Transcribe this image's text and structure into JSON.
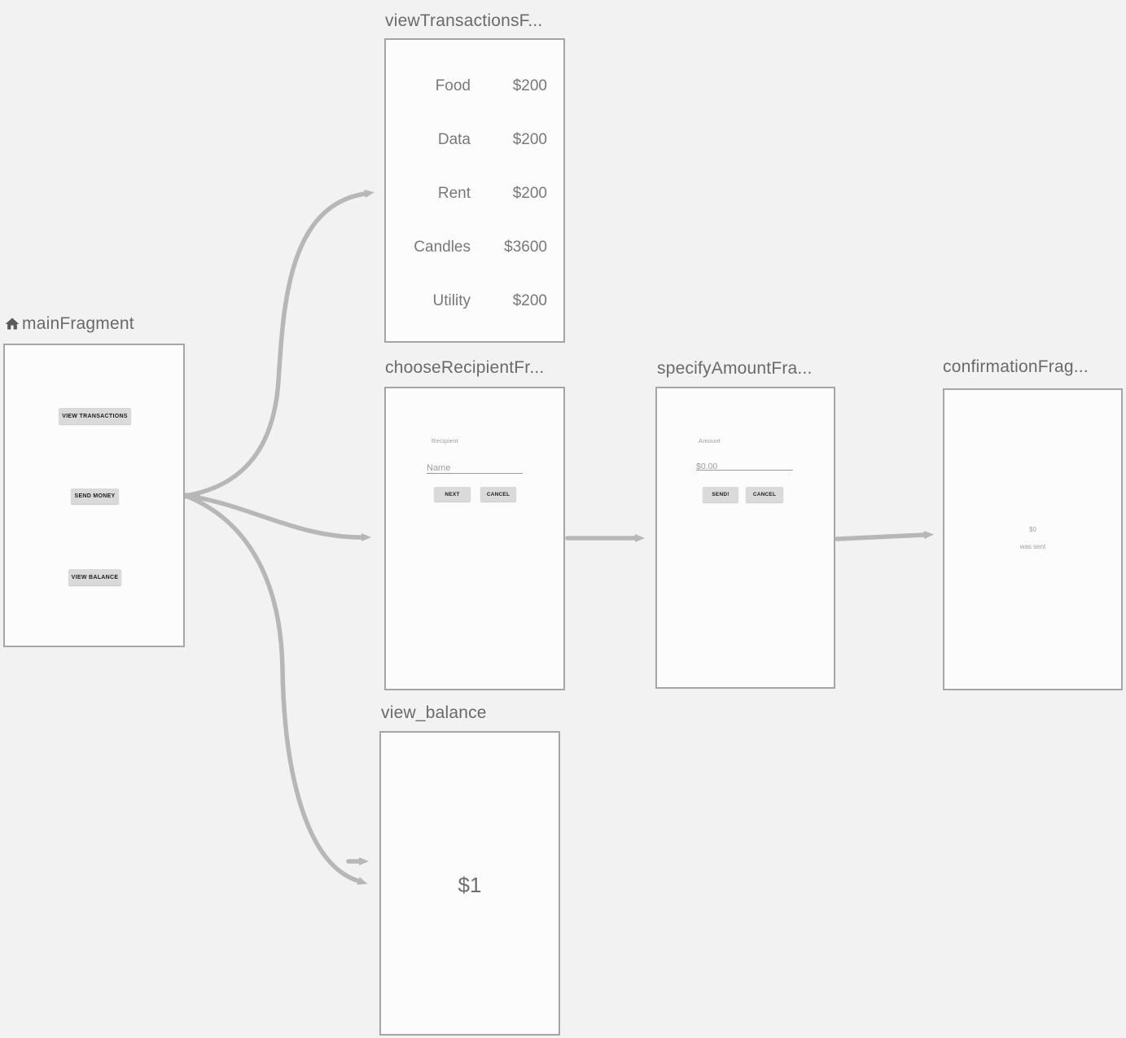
{
  "colors": {
    "background": "#f2f2f2",
    "card_fill": "#fcfcfc",
    "card_border": "#a5a5a5",
    "label_text": "#6a6a6a",
    "arrow": "#b7b7b7",
    "button_fill": "#d9dad9",
    "button_text": "#1d1d1d",
    "screen_text": "#787878",
    "muted_text": "#9d9d9d",
    "field_line": "#9a9a9a",
    "icon": "#5a5a5a",
    "balance_text": "#6f6f6f"
  },
  "fragments": {
    "main": {
      "label": "mainFragment",
      "icon": "home-icon",
      "buttons": [
        {
          "label": "VIEW TRANSACTIONS"
        },
        {
          "label": "SEND MONEY"
        },
        {
          "label": "VIEW BALANCE"
        }
      ]
    },
    "view_transactions": {
      "label": "viewTransactionsF...",
      "rows": [
        {
          "name": "Food",
          "amount": "$200"
        },
        {
          "name": "Data",
          "amount": "$200"
        },
        {
          "name": "Rent",
          "amount": "$200"
        },
        {
          "name": "Candles",
          "amount": "$3600"
        },
        {
          "name": "Utility",
          "amount": "$200"
        }
      ]
    },
    "choose_recipient": {
      "label": "chooseRecipientFr...",
      "field_label": "Recipient",
      "field_placeholder": "Name",
      "next_button": "NEXT",
      "cancel_button": "CANCEL"
    },
    "specify_amount": {
      "label": "specifyAmountFra...",
      "field_label": "Amount",
      "field_placeholder": "$0.00",
      "send_button": "SEND!",
      "cancel_button": "CANCEL"
    },
    "confirmation": {
      "label": "confirmationFrag...",
      "amount": "$0",
      "message": "was sent"
    },
    "view_balance": {
      "label": "view_balance",
      "balance": "$1"
    }
  }
}
